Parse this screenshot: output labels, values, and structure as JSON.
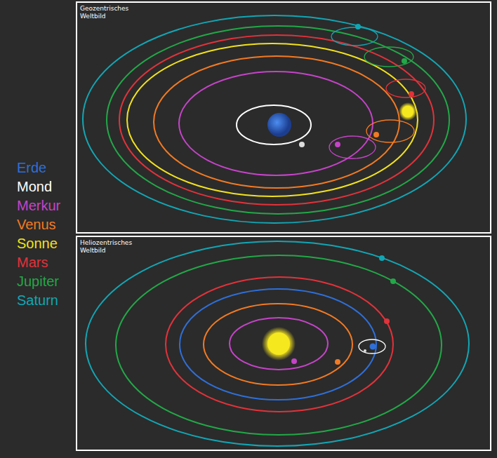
{
  "diagram": {
    "nodes": [
      {
        "text": [
          "Geozentrisches Weltbild"
        ]
      },
      {
        "text": [
          "Heliozentrisches Weltbild"
        ]
      }
    ],
    "legend": [
      {
        "text": "Erde",
        "color": "#2f6fd8"
      },
      {
        "text": "Mond",
        "color": "#ffffff"
      },
      {
        "text": "Merkur",
        "color": "#c544c8"
      },
      {
        "text": "Venus",
        "color": "#f27a22"
      },
      {
        "text": "Sonne",
        "color": "#f2e21e"
      },
      {
        "text": "Mars",
        "color": "#e2323a"
      },
      {
        "text": "Jupiter",
        "color": "#22a848"
      },
      {
        "text": "Saturn",
        "color": "#12a6b4"
      }
    ]
  }
}
